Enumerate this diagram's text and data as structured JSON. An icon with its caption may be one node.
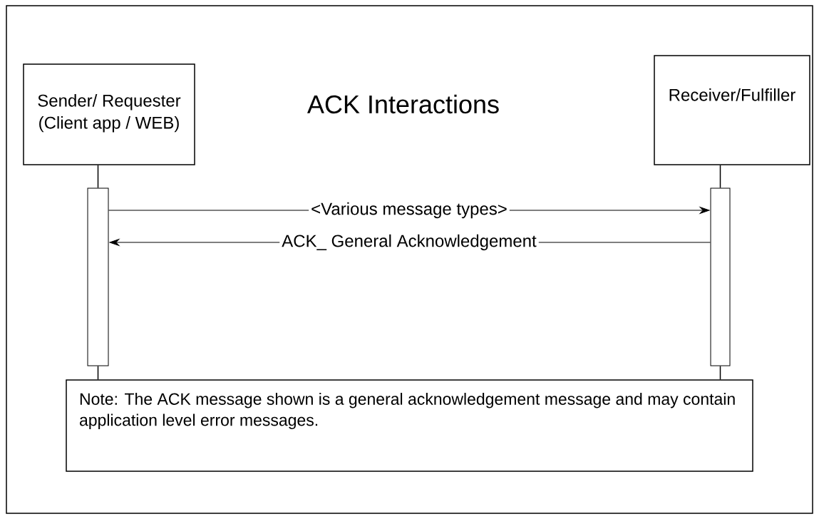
{
  "diagram": {
    "title": "ACK Interactions",
    "nodes": [
      {
        "text": [
          "Sender/ Requester (Client app / WEB)"
        ]
      },
      {
        "text": [
          "Receiver/Fulfiller"
        ]
      },
      {
        "text": [],
        "shape": "bar"
      },
      {
        "text": [],
        "shape": "bar"
      },
      {
        "text": [
          "Note: The ACK message shown is a general acknowledgement message and may contain application level error messages."
        ]
      }
    ],
    "edges": [
      {
        "from": 0,
        "to": 2,
        "arrow": "none"
      },
      {
        "from": 1,
        "to": 3,
        "arrow": "none"
      },
      {
        "from": 2,
        "to": 3,
        "arrow": "to",
        "label": "<Various message types>"
      },
      {
        "from": 3,
        "to": 2,
        "arrow": "to",
        "label": "ACK_ General Acknowledgement"
      },
      {
        "from": 2,
        "to": 4,
        "arrow": "none"
      },
      {
        "from": 3,
        "to": 4,
        "arrow": "none"
      }
    ]
  }
}
